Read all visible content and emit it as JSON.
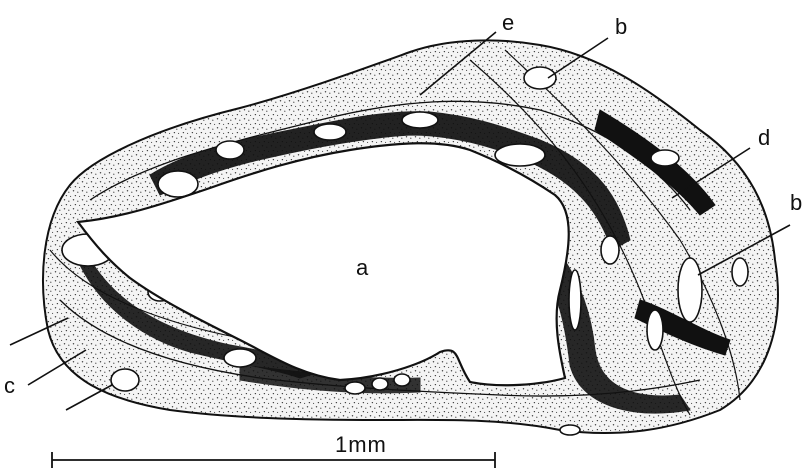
{
  "labels": {
    "a": "a",
    "b_top": "b",
    "b_right": "b",
    "c": "c",
    "d": "d",
    "e": "e"
  },
  "scale_bar": {
    "label": "1mm"
  },
  "colors": {
    "ink": "#111111",
    "stipple_bg": "#f2f2f2",
    "paper": "#ffffff"
  }
}
